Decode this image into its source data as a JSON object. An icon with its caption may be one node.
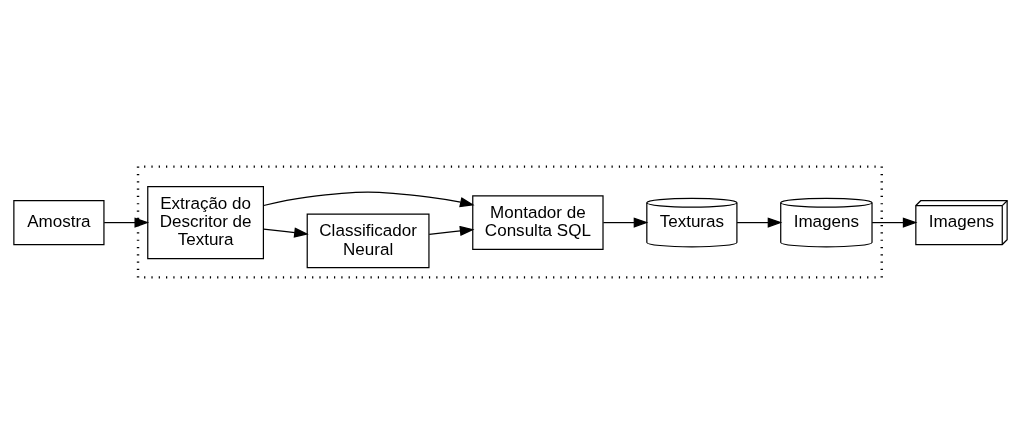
{
  "diagram": {
    "nodes": [
      {
        "text": [],
        "shape": "box"
      },
      {
        "text": [
          "Amostra"
        ]
      },
      {
        "text": [
          "Extração do Descritor de Textura"
        ],
        "in": 0
      },
      {
        "text": [
          "Classificador Neural"
        ],
        "in": 0
      },
      {
        "text": [
          "Montador de Consulta SQL"
        ],
        "in": 0
      },
      {
        "text": [
          "Texturas"
        ],
        "in": 0
      },
      {
        "text": [
          "Imagens"
        ],
        "in": 0
      },
      {
        "text": [
          "Imagens"
        ]
      }
    ],
    "edges": [
      {
        "from": 1,
        "to": 2,
        "arrow": "to"
      },
      {
        "from": 2,
        "to": 3,
        "arrow": "to"
      },
      {
        "from": 2,
        "to": 4,
        "arrow": "to"
      },
      {
        "from": 3,
        "to": 4,
        "arrow": "to"
      },
      {
        "from": 4,
        "to": 5,
        "arrow": "to"
      },
      {
        "from": 5,
        "to": 6,
        "arrow": "to"
      },
      {
        "from": 6,
        "to": 7,
        "arrow": "to"
      }
    ]
  }
}
